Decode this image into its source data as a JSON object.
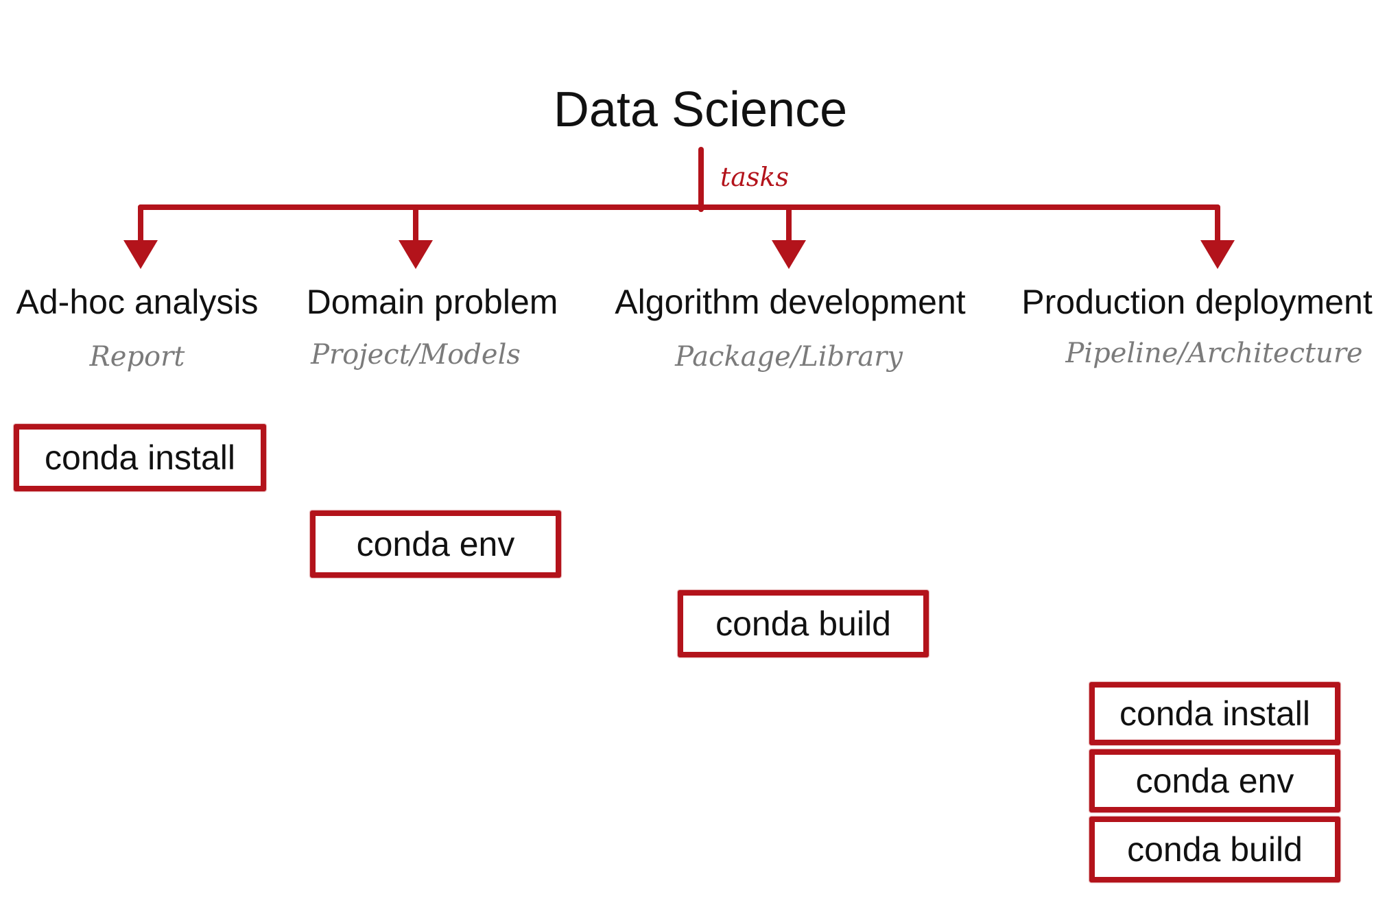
{
  "diagram": {
    "title": "Data Science",
    "edge_label": "tasks",
    "accent_color": "#b3131b",
    "subtitle_color": "#7b7b7b",
    "tasks": [
      {
        "title": "Ad-hoc analysis",
        "subtitle": "Report"
      },
      {
        "title": "Domain problem",
        "subtitle": "Project/Models"
      },
      {
        "title": "Algorithm development",
        "subtitle": "Package/Library"
      },
      {
        "title": "Production deployment",
        "subtitle": "Pipeline/Architecture"
      }
    ],
    "commands": {
      "adhoc": [
        "conda install"
      ],
      "domain": [
        "conda env"
      ],
      "algorithm": [
        "conda build"
      ],
      "production": [
        "conda install",
        "conda env",
        "conda build"
      ]
    }
  }
}
